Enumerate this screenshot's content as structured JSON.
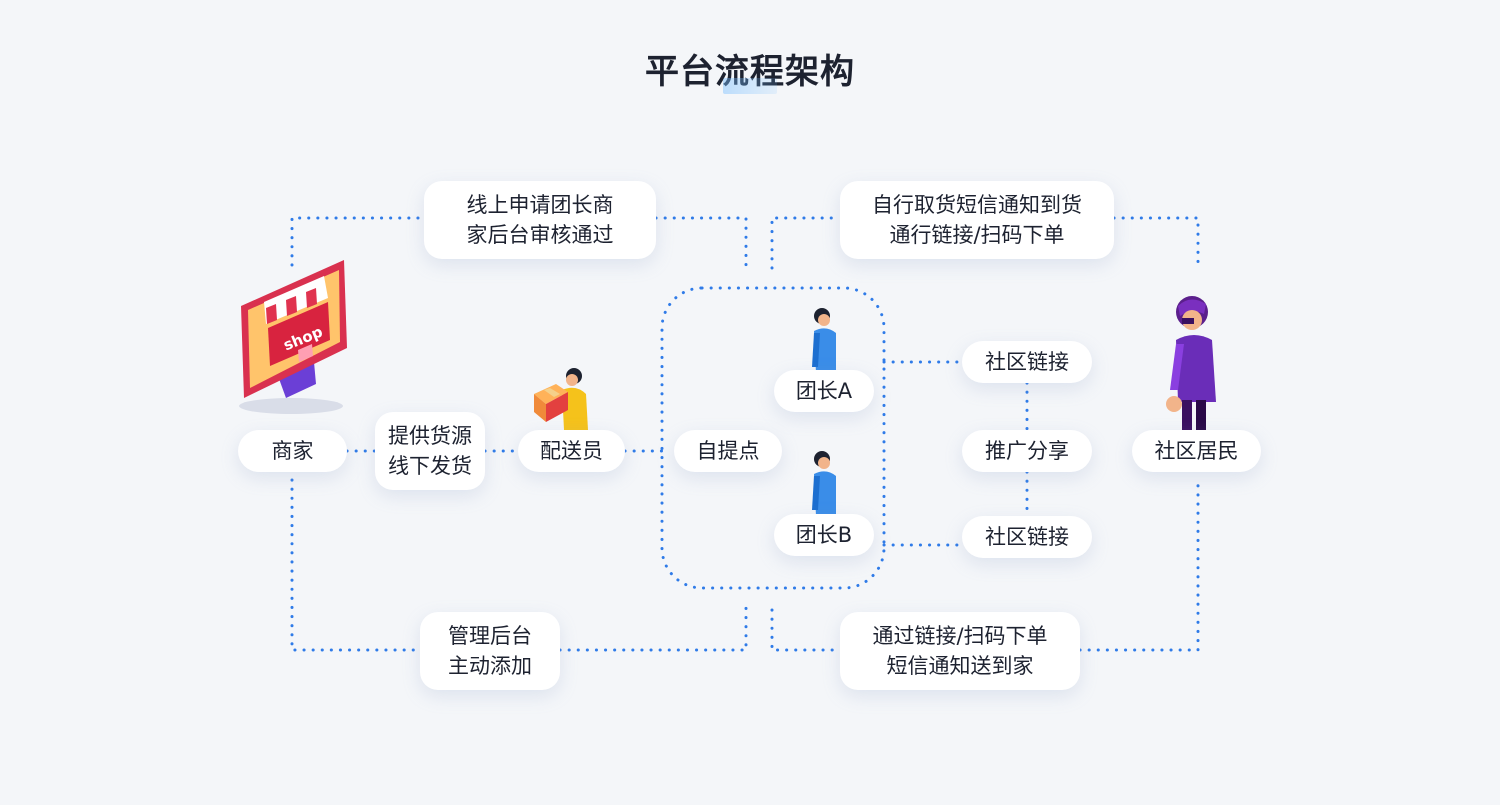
{
  "title": "平台流程架构",
  "colors": {
    "background": "#f4f6f9",
    "dotted_line": "#2f7be8",
    "box": "#ffffff",
    "text": "#1d2230"
  },
  "nodes": {
    "merchant": "商家",
    "supply": {
      "line1": "提供货源",
      "line2": "线下发货"
    },
    "courier": "配送员",
    "pickup_point": "自提点",
    "leader_a": "团长A",
    "leader_b": "团长B",
    "community_link_top": "社区链接",
    "promote_share": "推广分享",
    "community_link_bottom": "社区链接",
    "resident": "社区居民",
    "apply_online": {
      "line1": "线上申请团长商",
      "line2": "家后台审核通过"
    },
    "self_pickup_notice": {
      "line1": "自行取货短信通知到货",
      "line2": "通行链接/扫码下单"
    },
    "admin_add": {
      "line1": "管理后台",
      "line2": "主动添加"
    },
    "delivery_notice": {
      "line1": "通过链接/扫码下单",
      "line2": "短信通知送到家"
    }
  },
  "icons": {
    "merchant": "shop-monitor-icon",
    "courier": "courier-with-box-icon",
    "leader_a": "group-leader-person-icon",
    "leader_b": "group-leader-person-icon",
    "resident": "resident-person-icon"
  },
  "shop_sign_text": "shop"
}
